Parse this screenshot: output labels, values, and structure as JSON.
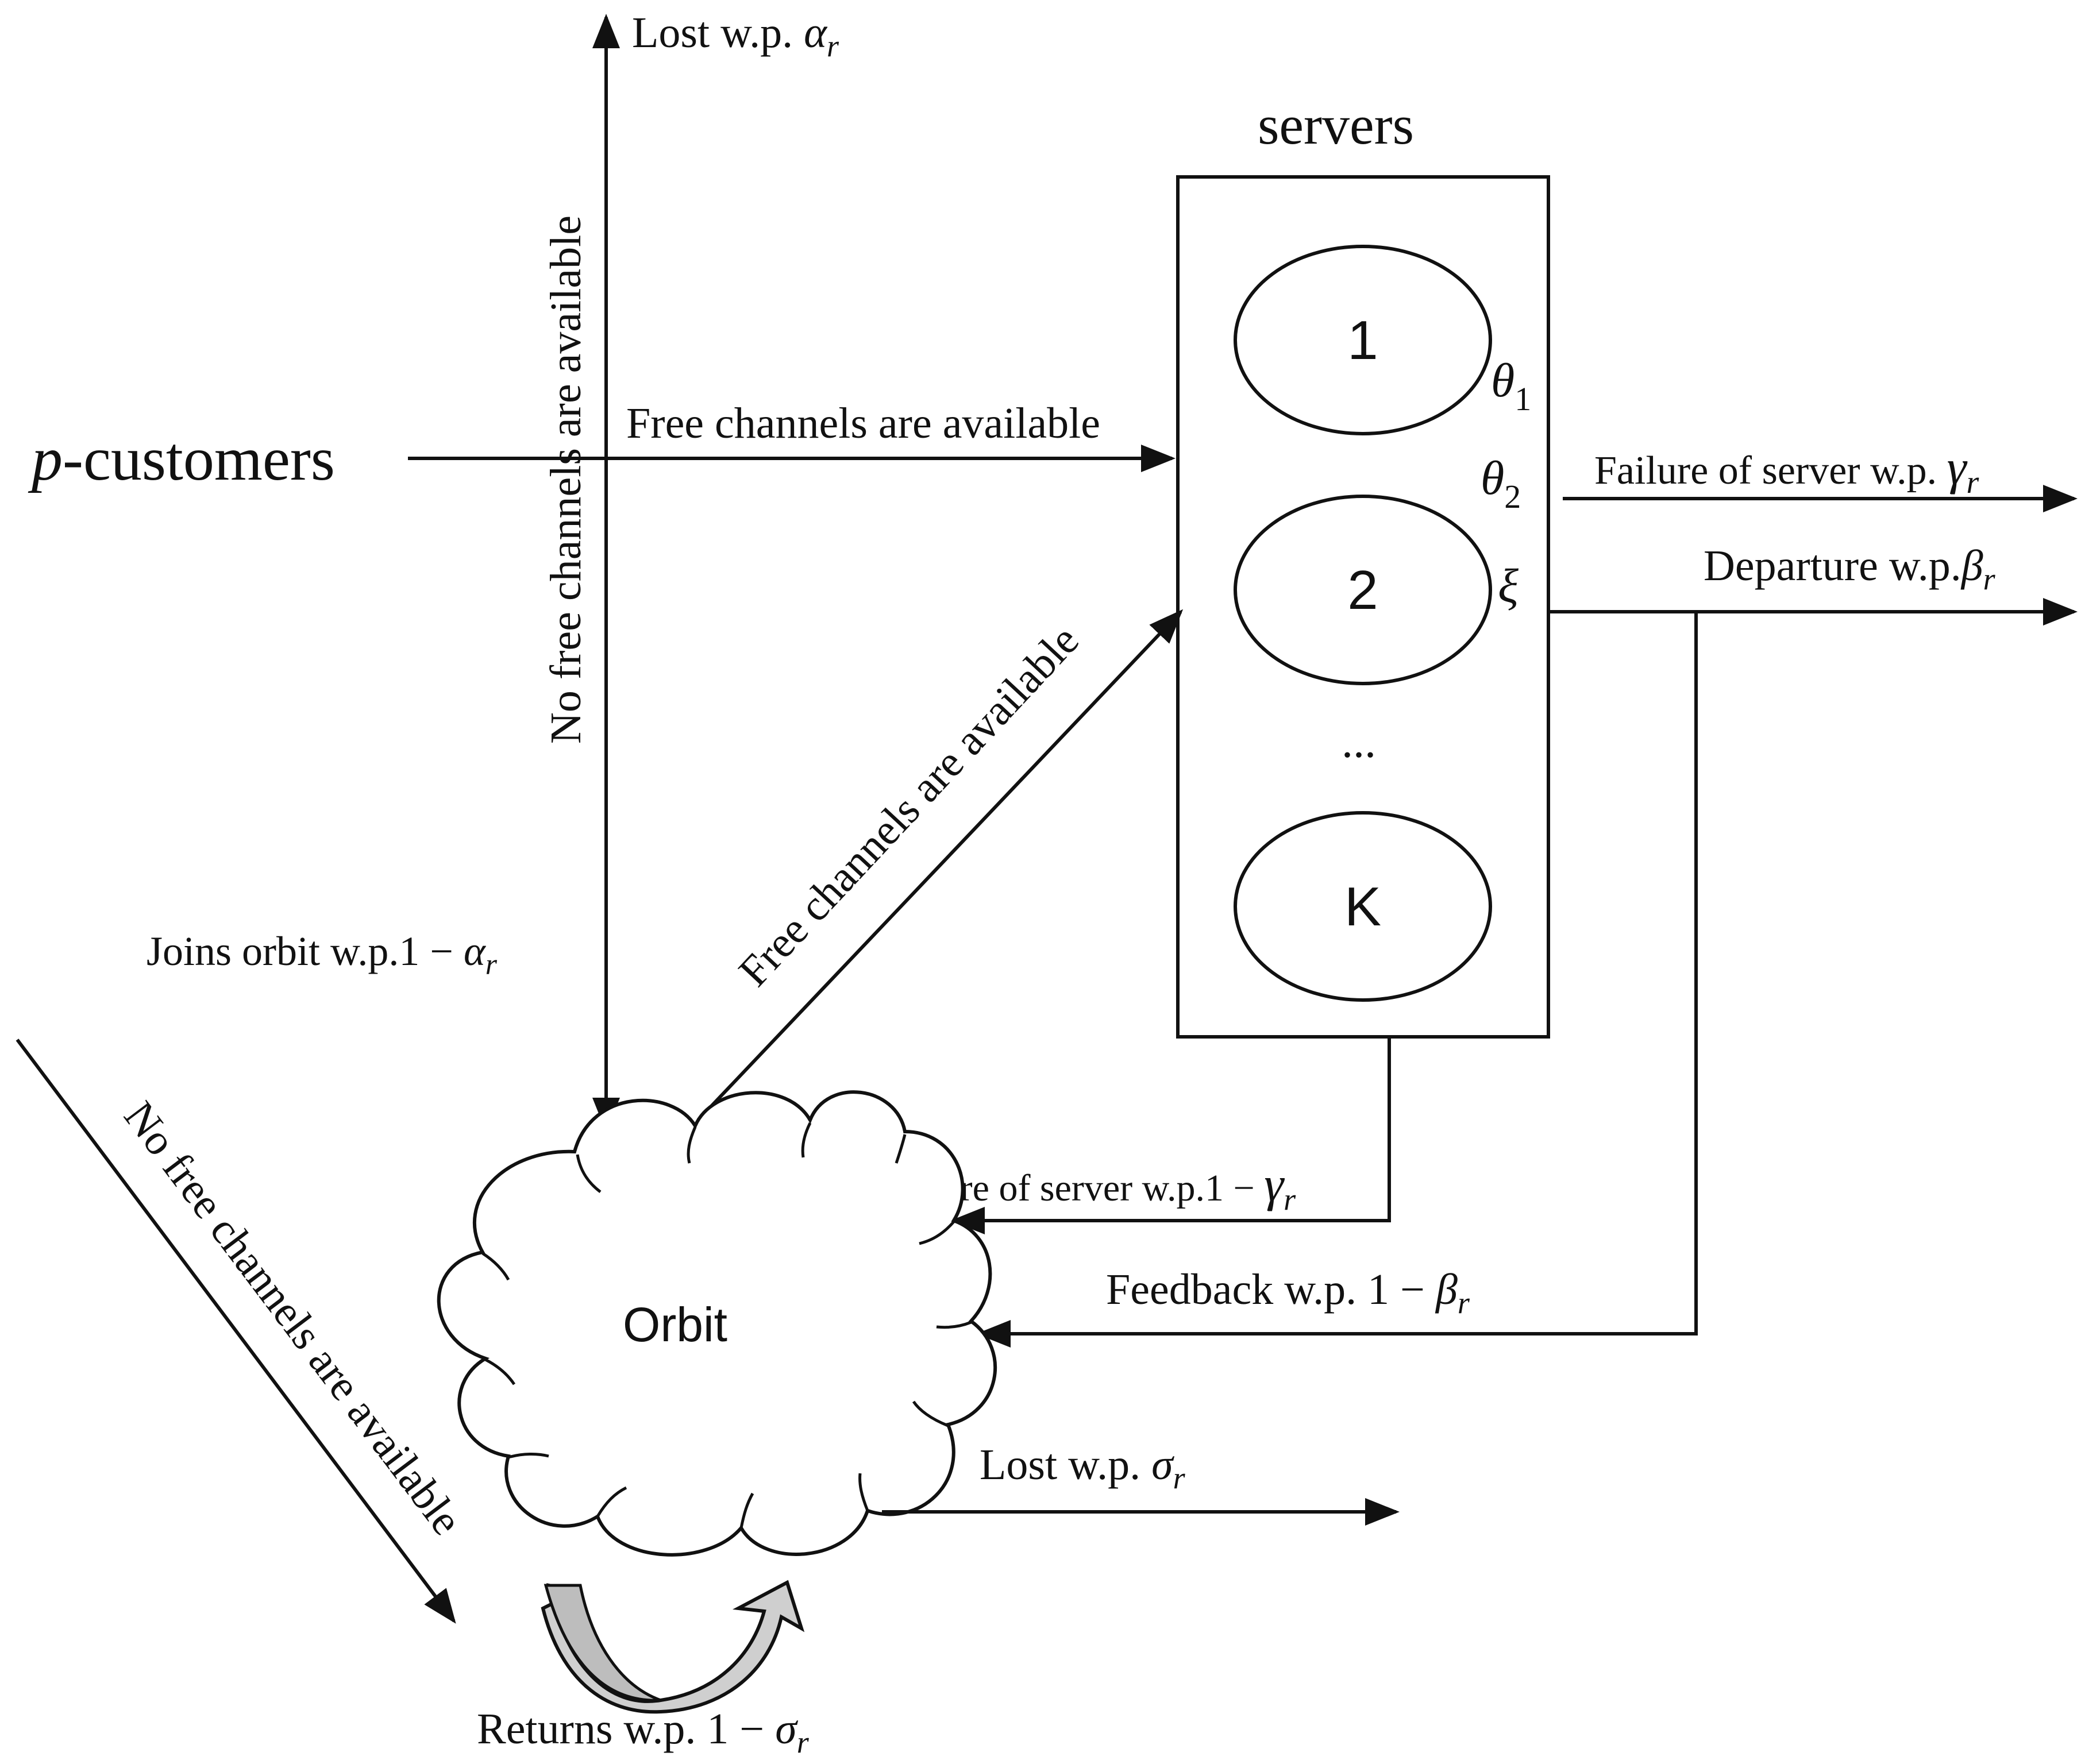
{
  "servers": {
    "title": "servers",
    "channels": [
      "1",
      "2",
      "K"
    ],
    "ellipsis": "...",
    "params": {
      "theta": "θ",
      "sub1": "1",
      "sub2": "2",
      "xi": "ξ"
    }
  },
  "arrivals": {
    "p": "p",
    "customers": "-customers"
  },
  "labels": {
    "lost_top": "Lost w.p. ",
    "no_free_vertical": "No free channels are available",
    "free_channels_top": "Free channels are available",
    "free_channels_diag": "Free channels are available",
    "joins_orbit": "Joins orbit w.p.1 − ",
    "no_free_diag": "No free channels are available",
    "failure_right": "Failure of server w.p. ",
    "departure": "Departure w.p.",
    "failure_orbit": "Failure of server w.p.1 − ",
    "feedback": "Feedback w.p. 1 − ",
    "lost_orbit": "Lost w.p. ",
    "returns": "Returns w.p.  1 − "
  },
  "symbols": {
    "alpha": "α",
    "beta": "β",
    "gamma": "γ",
    "sigma": "σ",
    "r": "r"
  },
  "orbit": {
    "label": "Orbit"
  },
  "colors": {
    "line": "#111111",
    "returns_fill": "#cfcfcf"
  }
}
